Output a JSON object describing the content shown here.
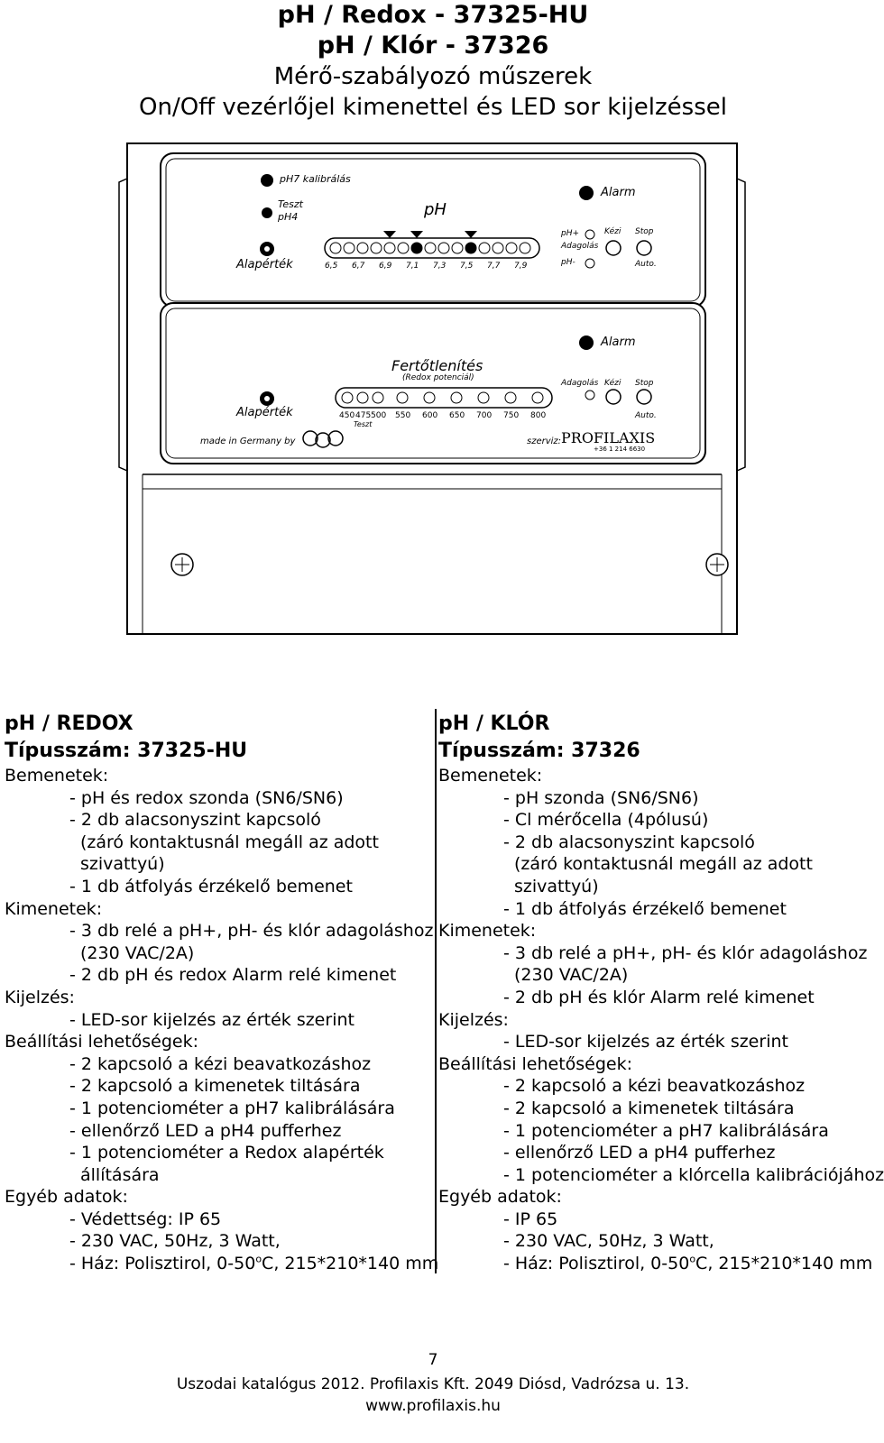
{
  "header": {
    "line1": "pH / Redox - 37325-HU",
    "line2": "pH / Klór - 37326",
    "line3": "Mérő-szabályozó műszerek",
    "line4": "On/Off vezérlőjel kimenettel és LED sor kijelzéssel"
  },
  "device": {
    "ph7_cal": "pH7 kalibrálás",
    "teszt": "Teszt",
    "ph4": "pH4",
    "alapertek_top": "Alapérték",
    "ph_title": "pH",
    "alarm_top": "Alarm",
    "ph_plus": "pH+",
    "adagolas_top": "Adagolás",
    "ph_minus": "pH-",
    "kezi_top": "Kézi",
    "stop_top": "Stop",
    "auto_top": "Auto.",
    "ph_scale": [
      "6,5",
      "6,7",
      "6,9",
      "7,1",
      "7,3",
      "7,5",
      "7,7",
      "7,9"
    ],
    "fertotlenites": "Fertőtlenítés",
    "redox_pot": "(Redox potenciál)",
    "alarm_bottom": "Alarm",
    "adagolas_bottom": "Adagolás",
    "kezi_bottom": "Kézi",
    "stop_bottom": "Stop",
    "auto_bottom": "Auto.",
    "alapertek_bottom": "Alapérték",
    "redox_scale": [
      "450",
      "475",
      "500",
      "550",
      "600",
      "650",
      "700",
      "750",
      "800"
    ],
    "teszt_bottom": "Teszt",
    "made_in": "made in Germany by",
    "szerviz": "szerviz:",
    "brand": "PROFILAXIS",
    "phone": "+36 1 214 6630"
  },
  "left": {
    "title1": "pH / REDOX",
    "title2": "Típusszám: 37325-HU",
    "lines": [
      "Bemenetek:",
      "- pH és redox szonda (SN6/SN6)",
      "- 2 db alacsonyszint kapcsoló",
      "(záró kontaktusnál megáll az adott",
      "szivattyú)",
      "- 1 db átfolyás érzékelő bemenet",
      "Kimenetek:",
      "- 3 db relé a pH+, pH- és klór adagoláshoz",
      "(230 VAC/2A)",
      "- 2 db pH és redox Alarm relé kimenet",
      "Kijelzés:",
      "- LED-sor kijelzés az érték szerint",
      "Beállítási lehetőségek:",
      "- 2 kapcsoló a kézi beavatkozáshoz",
      "- 2 kapcsoló a kimenetek tiltására",
      "- 1 potenciométer a pH7 kalibrálására",
      "- ellenőrző LED a pH4 pufferhez",
      "- 1 potenciométer a Redox alapérték",
      "állítására",
      "Egyéb adatok:",
      "- Védettség: IP 65",
      "- 230 VAC, 50Hz, 3 Watt,",
      "- Ház: Polisztirol, 0-50",
      "o",
      "C, 215*210*140 mm"
    ]
  },
  "right": {
    "title1": "pH / KLÓR",
    "title2": "Típusszám: 37326",
    "lines": [
      "Bemenetek:",
      "- pH szonda (SN6/SN6)",
      "- Cl mérőcella (4pólusú)",
      "- 2 db alacsonyszint kapcsoló",
      "(záró kontaktusnál megáll az adott",
      "szivattyú)",
      "- 1 db átfolyás érzékelő bemenet",
      "Kimenetek:",
      "- 3 db relé a pH+, pH- és klór adagoláshoz",
      "(230 VAC/2A)",
      "- 2 db pH és klór Alarm relé kimenet",
      "Kijelzés:",
      "- LED-sor kijelzés az érték szerint",
      "Beállítási lehetőségek:",
      "- 2 kapcsoló a kézi beavatkozáshoz",
      "- 2 kapcsoló a kimenetek tiltására",
      "- 1 potenciométer a pH7 kalibrálására",
      "- ellenőrző LED a pH4 pufferhez",
      "- 1 potenciométer a klórcella kalibrációjához",
      "Egyéb adatok:",
      "- IP 65",
      "- 230 VAC, 50Hz, 3 Watt,",
      "- Ház: Polisztirol, 0-50",
      "o",
      "C, 215*210*140 mm"
    ]
  },
  "footer": {
    "page": "7",
    "line1": "Uszodai katalógus 2012. Profilaxis Kft. 2049 Diósd, Vadrózsa u. 13.",
    "line2": "www.profilaxis.hu"
  }
}
